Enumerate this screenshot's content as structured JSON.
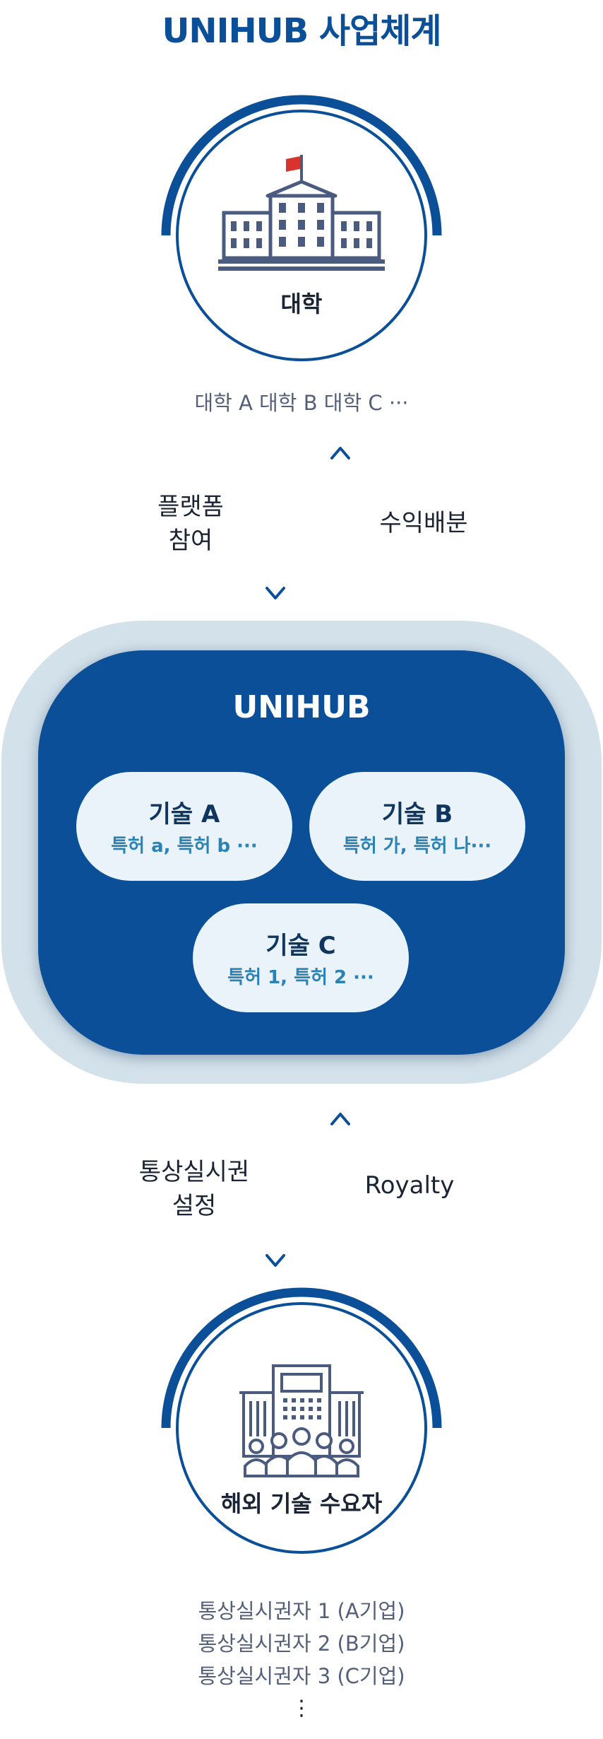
{
  "title": "UNIHUB 사업체계",
  "university": {
    "label": "대학",
    "members": [
      "대학 A 대학 B 대학 C ···"
    ]
  },
  "flow_top": {
    "down_label_line1": "플랫폼",
    "down_label_line2": "참여",
    "up_label": "수익배분"
  },
  "hub": {
    "title": "UNIHUB",
    "techs": [
      {
        "name": "기술 A",
        "patents": "특허 a, 특허 b ···"
      },
      {
        "name": "기술 B",
        "patents": "특허 가, 특허 나···"
      },
      {
        "name": "기술 C",
        "patents": "특허 1, 특허 2 ···"
      }
    ]
  },
  "flow_bottom": {
    "down_label_line1": "통상실시권",
    "down_label_line2": "설정",
    "up_label": "Royalty"
  },
  "buyers": {
    "label": "해외 기술 수요자",
    "members": [
      "통상실시권자 1 (A기업)",
      "통상실시권자 2 (B기업)",
      "통상실시권자 3 (C기업)"
    ],
    "more": "⋮"
  },
  "colors": {
    "primary": "#0a4f97",
    "hub_outer": "#d3e1ea",
    "pill_bg": "#e9f3f9",
    "patent_text": "#2a83b4",
    "flag": "#d6342c",
    "icon": "#4a5b7f"
  },
  "icons": [
    "university-building-icon",
    "flag-icon",
    "office-building-people-icon"
  ]
}
